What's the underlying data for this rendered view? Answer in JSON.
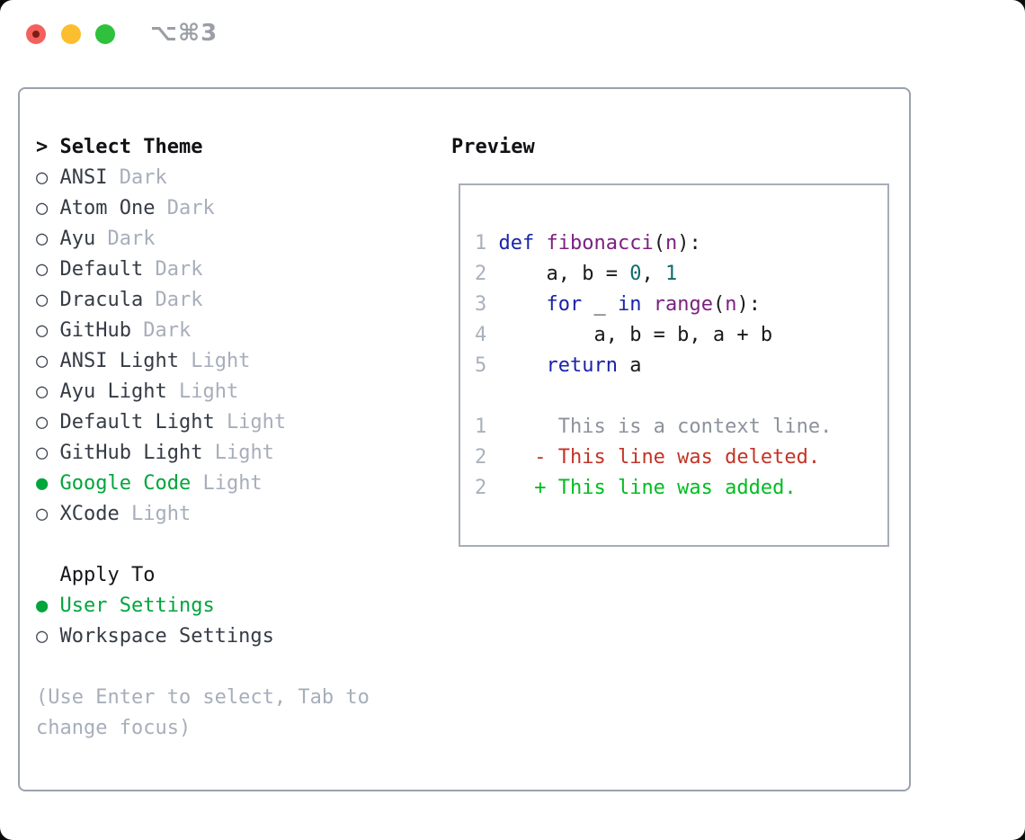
{
  "window": {
    "title": "⌥⌘3"
  },
  "theme_list": {
    "header_prefix": ">",
    "header": "Select Theme",
    "items": [
      {
        "name": "ANSI",
        "variant": "Dark",
        "selected": false
      },
      {
        "name": "Atom One",
        "variant": "Dark",
        "selected": false
      },
      {
        "name": "Ayu",
        "variant": "Dark",
        "selected": false
      },
      {
        "name": "Default",
        "variant": "Dark",
        "selected": false
      },
      {
        "name": "Dracula",
        "variant": "Dark",
        "selected": false
      },
      {
        "name": "GitHub",
        "variant": "Dark",
        "selected": false
      },
      {
        "name": "ANSI Light",
        "variant": "Light",
        "selected": false
      },
      {
        "name": "Ayu Light",
        "variant": "Light",
        "selected": false
      },
      {
        "name": "Default Light",
        "variant": "Light",
        "selected": false
      },
      {
        "name": "GitHub Light",
        "variant": "Light",
        "selected": false
      },
      {
        "name": "Google Code",
        "variant": "Light",
        "selected": true
      },
      {
        "name": "XCode",
        "variant": "Light",
        "selected": false
      }
    ]
  },
  "apply_to": {
    "header": "Apply To",
    "options": [
      {
        "name": "User Settings",
        "selected": true
      },
      {
        "name": "Workspace Settings",
        "selected": false
      }
    ]
  },
  "help_text": [
    "(Use Enter to select, Tab to",
    "change focus)"
  ],
  "preview": {
    "header": "Preview",
    "lines": [
      {
        "num": "1",
        "tokens": [
          {
            "t": "def",
            "c": "kwd"
          },
          {
            "t": " ",
            "c": "pln"
          },
          {
            "t": "fibonacci",
            "c": "typ"
          },
          {
            "t": "(",
            "c": "pln"
          },
          {
            "t": "n",
            "c": "typ"
          },
          {
            "t": "):",
            "c": "pln"
          }
        ]
      },
      {
        "num": "2",
        "tokens": [
          {
            "t": "    a, b = ",
            "c": "pln"
          },
          {
            "t": "0",
            "c": "lit"
          },
          {
            "t": ", ",
            "c": "pln"
          },
          {
            "t": "1",
            "c": "lit"
          }
        ]
      },
      {
        "num": "3",
        "tokens": [
          {
            "t": "    ",
            "c": "pln"
          },
          {
            "t": "for",
            "c": "kwd"
          },
          {
            "t": " _ ",
            "c": "pln"
          },
          {
            "t": "in",
            "c": "kwd"
          },
          {
            "t": " ",
            "c": "pln"
          },
          {
            "t": "range",
            "c": "typ"
          },
          {
            "t": "(",
            "c": "pln"
          },
          {
            "t": "n",
            "c": "typ"
          },
          {
            "t": "):",
            "c": "pln"
          }
        ]
      },
      {
        "num": "4",
        "tokens": [
          {
            "t": "        a, b = b, a + b",
            "c": "pln"
          }
        ]
      },
      {
        "num": "5",
        "tokens": [
          {
            "t": "    ",
            "c": "pln"
          },
          {
            "t": "return",
            "c": "kwd"
          },
          {
            "t": " a",
            "c": "pln"
          }
        ]
      },
      {
        "num": "",
        "tokens": []
      },
      {
        "num": "1",
        "tokens": [
          {
            "t": "     This is a context line.",
            "c": "ctx"
          }
        ]
      },
      {
        "num": "2",
        "tokens": [
          {
            "t": "   - This line was deleted.",
            "c": "del"
          }
        ]
      },
      {
        "num": "2",
        "tokens": [
          {
            "t": "   + This line was added.",
            "c": "ins"
          }
        ]
      }
    ]
  },
  "colors": {
    "accent_green": "#00a53c",
    "diff_added": "#00bd20",
    "diff_deleted": "#c43326",
    "syntax_keyword": "#1a23a8",
    "syntax_function": "#7b2180",
    "syntax_literal": "#0f6b6b",
    "context_gray": "#8c929c",
    "muted_gray": "#a7aebb",
    "panel_border": "#9aa2af",
    "traffic_close": "#f4615c",
    "traffic_minimize": "#fcbd2f",
    "traffic_zoom": "#2fc13d"
  }
}
